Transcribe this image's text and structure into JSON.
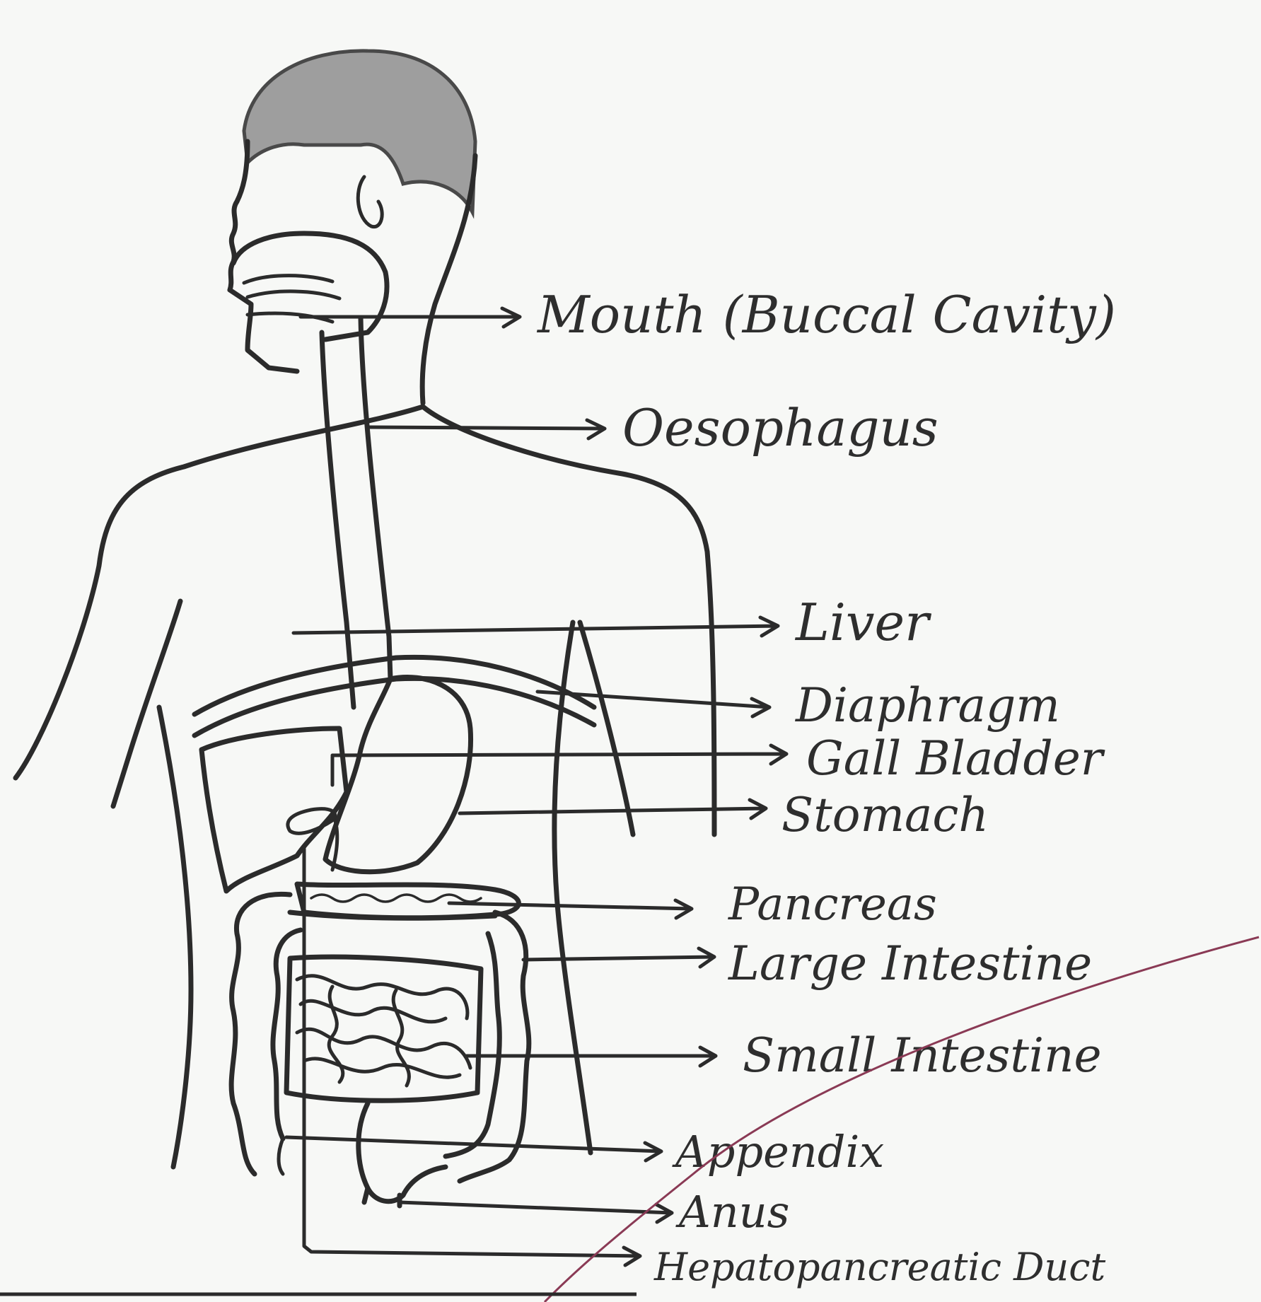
{
  "labels": {
    "mouth": "Mouth (Buccal Cavity)",
    "oesophagus": "Oesophagus",
    "liver": "Liver",
    "diaphragm": "Diaphragm",
    "gall_bladder": "Gall Bladder",
    "stomach": "Stomach",
    "pancreas": "Pancreas",
    "large_intestine": "Large Intestine",
    "small_intestine": "Small Intestine",
    "appendix": "Appendix",
    "anus": "Anus",
    "hepatopancreatic_duct": "Hepatopancreatic Duct"
  },
  "colors": {
    "ink": "#2b2b2b",
    "hair_shading": "#8f8f8f",
    "paper": "#f7f8f6",
    "correction_mark": "#8a3a55"
  }
}
